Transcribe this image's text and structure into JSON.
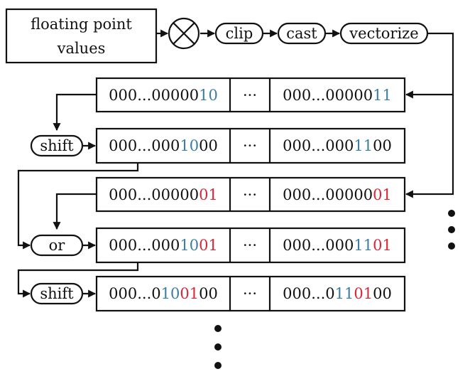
{
  "colors": {
    "ink": "#111111",
    "blue": "#3b7ea1",
    "red": "#d62839"
  },
  "input": {
    "line1": "floating point",
    "line2": "values"
  },
  "multiply_icon": "circled-times-icon",
  "ops": {
    "clip": "clip",
    "cast": "cast",
    "vectorize": "vectorize",
    "shift": "shift",
    "or": "or"
  },
  "ellipsis": "···",
  "rows": [
    {
      "left": [
        {
          "t": "000...00000"
        },
        {
          "t": "10",
          "c": "blue"
        }
      ],
      "right": [
        {
          "t": "000...00000"
        },
        {
          "t": "11",
          "c": "blue"
        }
      ]
    },
    {
      "left": [
        {
          "t": "000...000"
        },
        {
          "t": "10",
          "c": "blue"
        },
        {
          "t": "00"
        }
      ],
      "right": [
        {
          "t": "000...000"
        },
        {
          "t": "11",
          "c": "blue"
        },
        {
          "t": "00"
        }
      ]
    },
    {
      "left": [
        {
          "t": "000...00000"
        },
        {
          "t": "01",
          "c": "red"
        }
      ],
      "right": [
        {
          "t": "000...00000"
        },
        {
          "t": "01",
          "c": "red"
        }
      ]
    },
    {
      "left": [
        {
          "t": "000...000"
        },
        {
          "t": "10",
          "c": "blue"
        },
        {
          "t": "01",
          "c": "red"
        }
      ],
      "right": [
        {
          "t": "000...000"
        },
        {
          "t": "11",
          "c": "blue"
        },
        {
          "t": "01",
          "c": "red"
        }
      ]
    },
    {
      "left": [
        {
          "t": "000...0"
        },
        {
          "t": "10",
          "c": "blue"
        },
        {
          "t": "01",
          "c": "red"
        },
        {
          "t": "00"
        }
      ],
      "right": [
        {
          "t": "000...0"
        },
        {
          "t": "11",
          "c": "blue"
        },
        {
          "t": "01",
          "c": "red"
        },
        {
          "t": "00"
        }
      ]
    }
  ]
}
